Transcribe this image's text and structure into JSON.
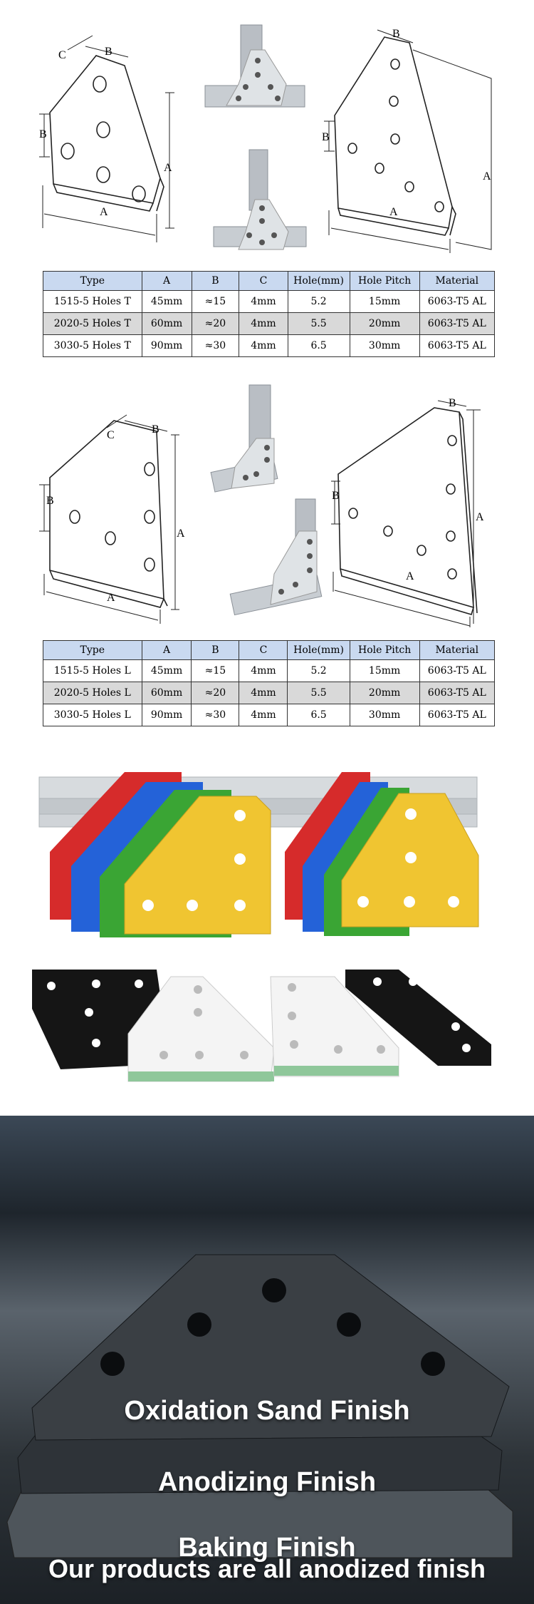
{
  "dims": {
    "a": "A",
    "b": "B",
    "c": "C"
  },
  "table_headers": [
    "Type",
    "A",
    "B",
    "C",
    "Hole(mm)",
    "Hole Pitch",
    "Material"
  ],
  "t_table": [
    [
      "1515-5 Holes T",
      "45mm",
      "≈15",
      "4mm",
      "5.2",
      "15mm",
      "6063-T5 AL"
    ],
    [
      "2020-5 Holes T",
      "60mm",
      "≈20",
      "4mm",
      "5.5",
      "20mm",
      "6063-T5 AL"
    ],
    [
      "3030-5 Holes T",
      "90mm",
      "≈30",
      "4mm",
      "6.5",
      "30mm",
      "6063-T5 AL"
    ]
  ],
  "l_table": [
    [
      "1515-5 Holes L",
      "45mm",
      "≈15",
      "4mm",
      "5.2",
      "15mm",
      "6063-T5 AL"
    ],
    [
      "2020-5 Holes L",
      "60mm",
      "≈20",
      "4mm",
      "5.5",
      "20mm",
      "6063-T5 AL"
    ],
    [
      "3030-5 Holes L",
      "90mm",
      "≈30",
      "4mm",
      "6.5",
      "30mm",
      "6063-T5 AL"
    ]
  ],
  "finishes": {
    "oxidation": "Oxidation Sand Finish",
    "anodizing": "Anodizing Finish",
    "baking": "Baking Finish",
    "tagline": "Our products are all anodized finish"
  },
  "colors": {
    "red": "#d62b2b",
    "blue": "#2462d8",
    "green": "#3aa534",
    "yellow": "#f0c531",
    "black": "#151515",
    "white": "#f4f4f4",
    "header": "#c9d9f0"
  }
}
